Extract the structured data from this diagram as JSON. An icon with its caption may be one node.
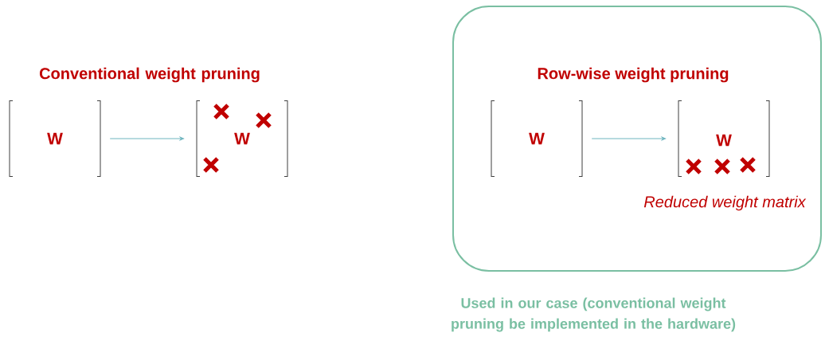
{
  "diagram": {
    "nodes": [
      {
        "text": [
          "W"
        ]
      },
      {
        "text": [
          "W"
        ]
      },
      {
        "text": [
          "Row-wise weight pruning"
        ]
      },
      {
        "text": [
          "W"
        ],
        "in": 2
      },
      {
        "text": [
          "W"
        ],
        "in": 2,
        "beside": [
          "Reduced weight matrix"
        ]
      }
    ],
    "edges": [
      {
        "from": 0,
        "to": 1,
        "arrow": "to"
      },
      {
        "from": 3,
        "to": 4,
        "arrow": "to"
      }
    ],
    "labels": [
      "Conventional weight pruning",
      "Used in our case (conventional weight pruning be implemented in the hardware)"
    ]
  }
}
